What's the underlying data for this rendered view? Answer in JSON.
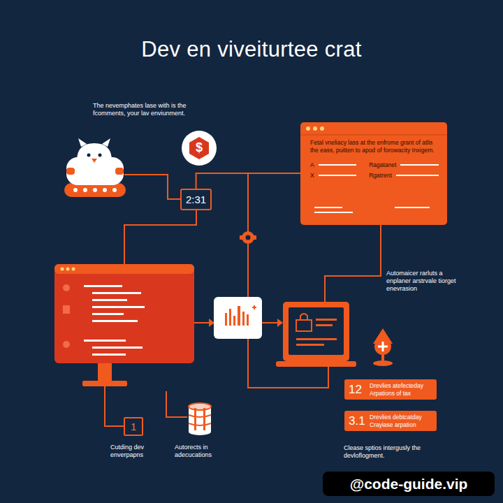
{
  "diagram": {
    "title": "Dev en viveiturtee crat",
    "nodes": [
      {
        "text": [
          "2:31"
        ]
      },
      {
        "text": [
          "Fetal vneliacy lass at the enfrome grant of atlis the eass, puitten to apod of forowacity Inxigem.",
          "A",
          "X",
          "Ragatanet",
          "Rgatrent"
        ]
      },
      {
        "text": [
          "12",
          "Drevlies atefecteday Arpations of tax"
        ]
      },
      {
        "text": [
          "3.1",
          "Drevlies debtcatday Crayiase arpation"
        ]
      },
      {
        "text": [
          "1"
        ]
      }
    ],
    "edges": [
      {
        "from": 0,
        "to": 1,
        "arrow": "none"
      }
    ],
    "labels": [
      "The nevemphates lase with is the fcomments, your lav enviunment.",
      "$",
      "Automaicer rarluts a enplaner arstrvale tiorget enevrasion",
      "Cutding dev enverpapns",
      "Autorects in adecucations",
      "Clease sptios intergusly the devloflogment.",
      "@code-guide.vip"
    ]
  }
}
